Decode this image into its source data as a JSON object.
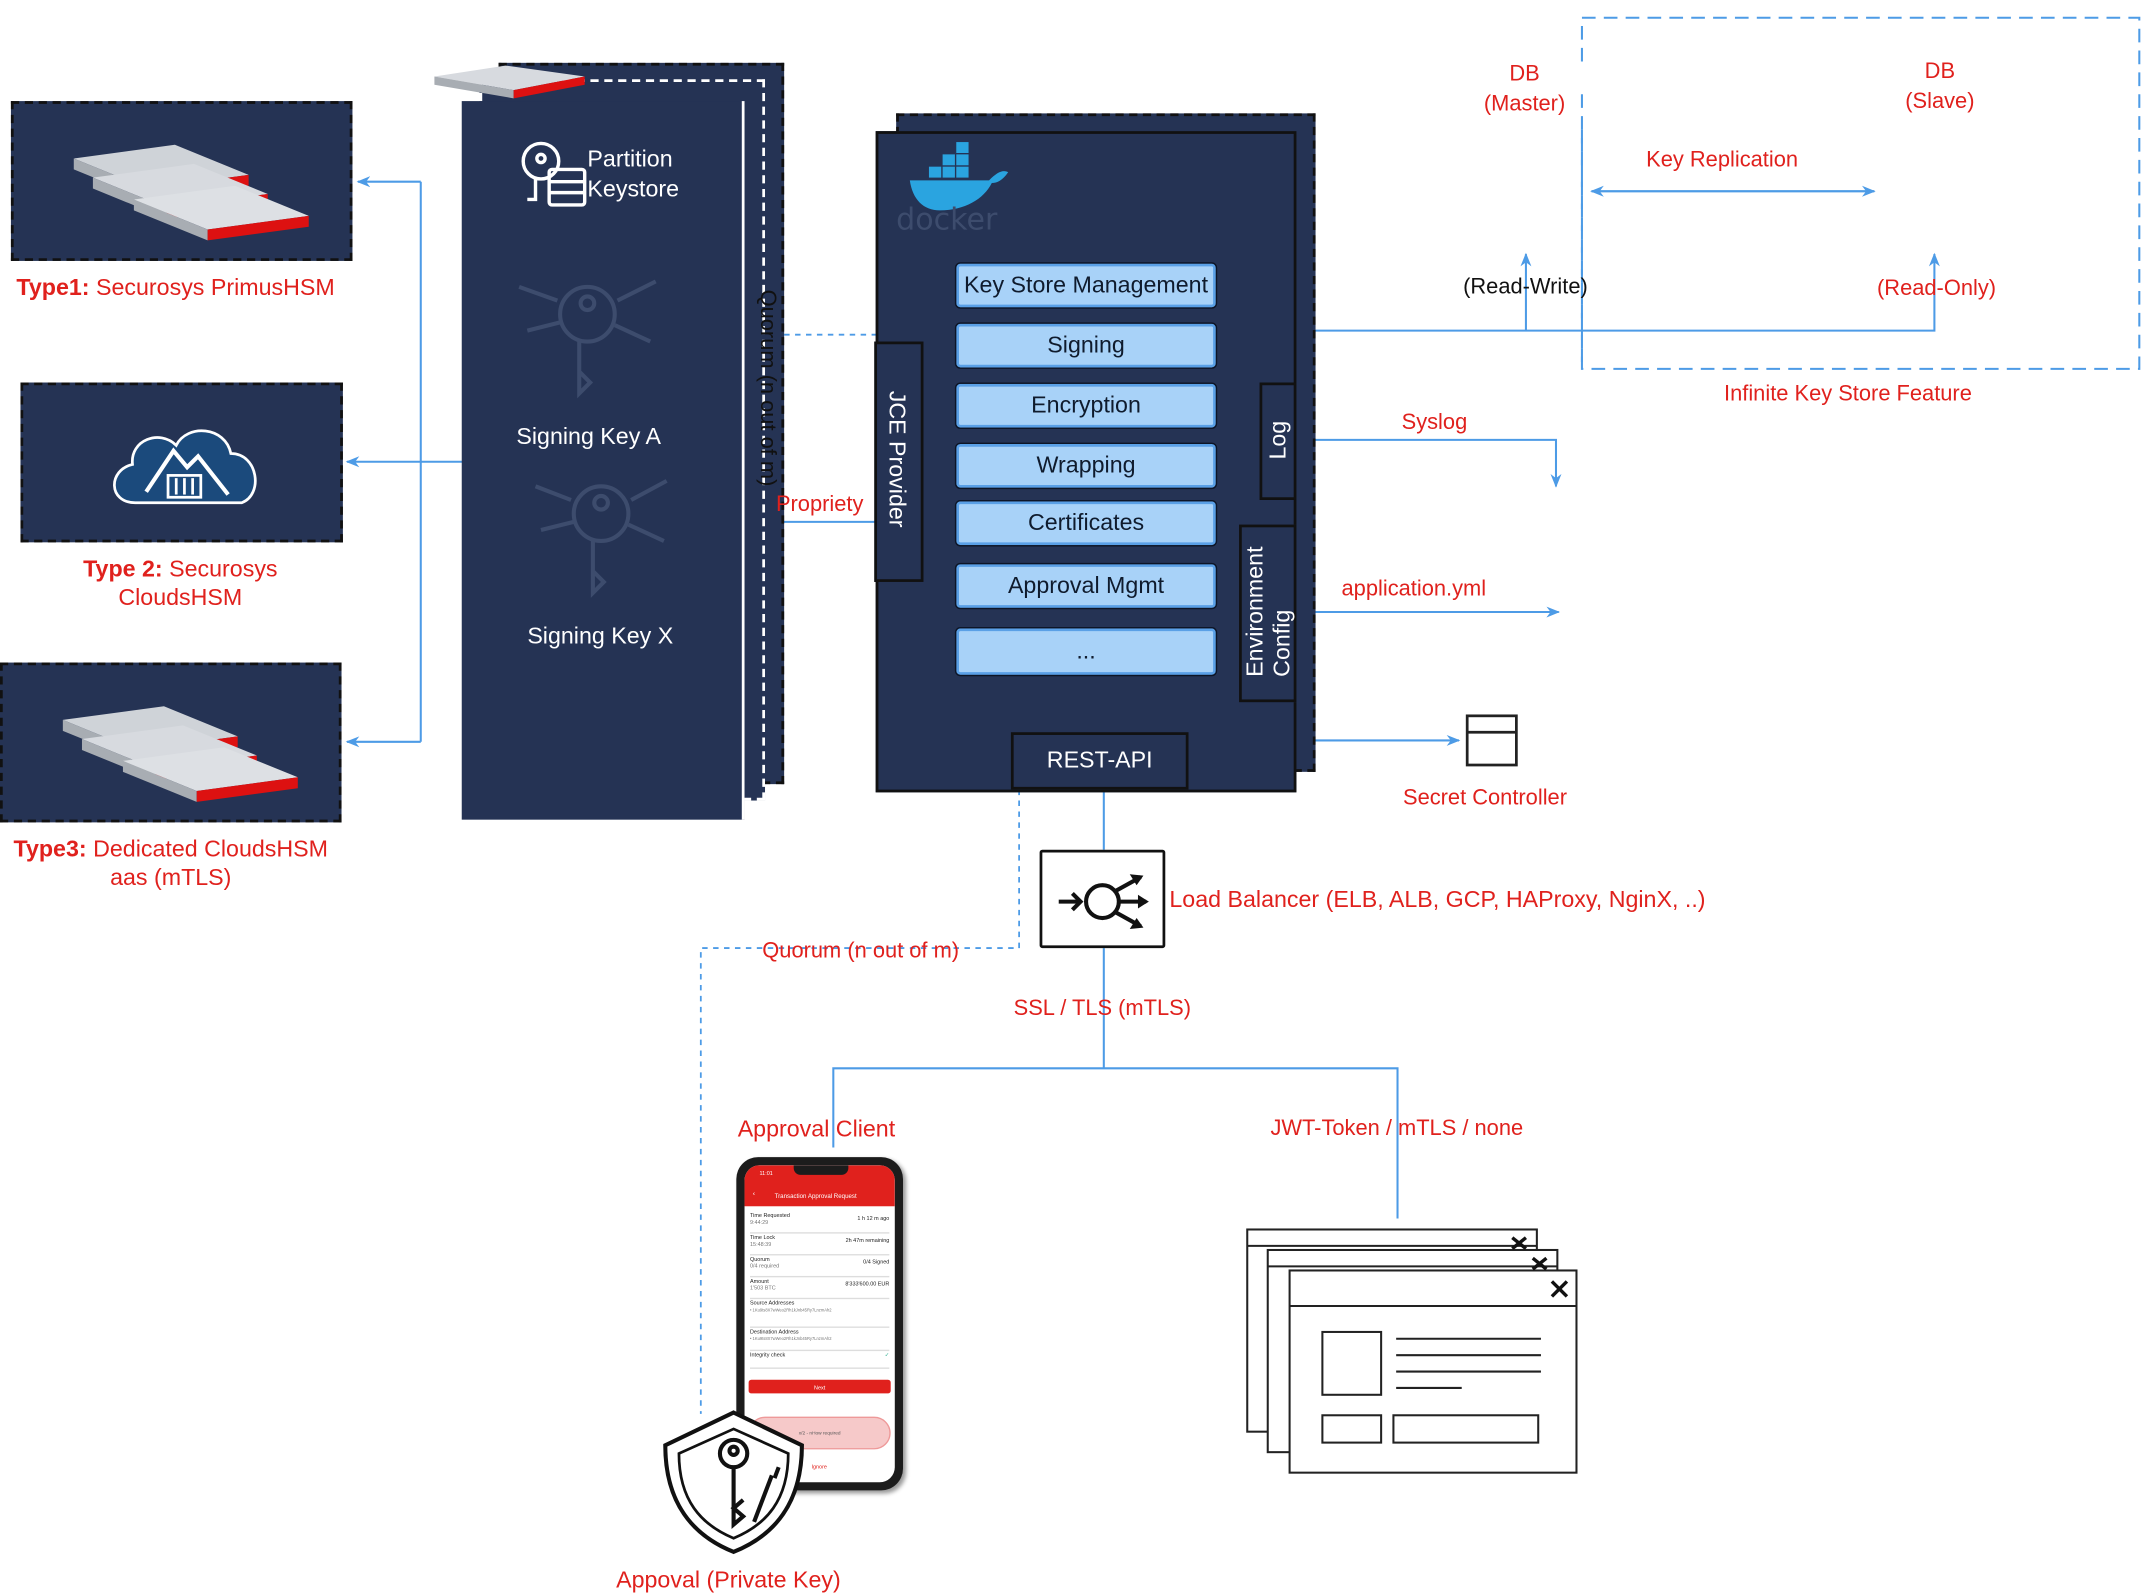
{
  "hsm_types": [
    {
      "prefix": "Type1:",
      "name": " Securosys PrimusHSM"
    },
    {
      "prefix": "Type 2:",
      "name": " Securosys",
      "line2": "CloudsHSM"
    },
    {
      "prefix": "Type3:",
      "name": " Dedicated CloudsHSM",
      "line2": "aas (mTLS)"
    }
  ],
  "partition": {
    "title_line1": "Partition",
    "title_line2": "Keystore",
    "key_a": "Signing Key A",
    "key_x": "Signing Key X",
    "quorum_vertical": "Quorum (n out of m)"
  },
  "docker": {
    "brand": "docker",
    "modules": [
      "Key Store Management",
      "Signing",
      "Encryption",
      "Wrapping",
      "Certificates",
      "Approval Mgmt",
      "..."
    ],
    "jce_provider": "JCE Provider",
    "log": "Log",
    "env_config_line1": "Environment",
    "env_config_line2": "Config",
    "rest_api": "REST-API"
  },
  "labels": {
    "propriety": "Propriety",
    "db_master_1": "DB",
    "db_master_2": "(Master)",
    "db_slave_1": "DB",
    "db_slave_2": "(Slave)",
    "key_replication": "Key Replication",
    "read_write": "(Read-Write)",
    "read_only": "(Read-Only)",
    "infinite_key_store": "Infinite Key Store Feature",
    "syslog": "Syslog",
    "application_yml": "application.yml",
    "secret_controller": "Secret Controller",
    "load_balancer": "Load Balancer (ELB, ALB, GCP, HAProxy, NginX, ..)",
    "quorum_bottom": "Quorum (n out of m)",
    "ssl_tls": "SSL / TLS (mTLS)",
    "approval_client": "Approval Client",
    "jwt_token": "JWT-Token / mTLS / none",
    "approval_private_key": "Appoval (Private Key)"
  },
  "phone": {
    "time": "11:01",
    "header": "Transaction Approval Request",
    "rows": [
      {
        "label": "Time Requested",
        "sub": "9:44:29",
        "value": "1 h 12 m ago"
      },
      {
        "label": "Time Lock",
        "sub": "15:48:39",
        "value": "2h 47m remaining"
      },
      {
        "label": "Quorum",
        "sub": "0/4 required",
        "value": "0/4 Signed"
      },
      {
        "label": "Amount",
        "sub": "1'503 BTC",
        "value": "8'333'600.00 EUR"
      },
      {
        "label": "Source Addresses",
        "sub": "• 1Ku9ts8X7wWeo2Rh1kJnb45Ry7LnzmAh2",
        "value": ""
      },
      {
        "label": "Destination Address",
        "sub": "• 1Ku9ts8X7wWeo2Rh1kJnb45Ry7LnzmAh2",
        "value": ""
      },
      {
        "label": "Integrity check",
        "sub": "",
        "value": "✓"
      }
    ],
    "button": "Next",
    "pill": "x/2 - nHow required",
    "ignore": "Ignore"
  },
  "colors": {
    "navy": "#253354",
    "module_fill": "#a8d2f8",
    "arrow_blue": "#4d9be6",
    "label_red": "#e0211d"
  },
  "icons": [
    "server-rack-icon",
    "cloud-hsm-icon",
    "key-lock-icon",
    "docker-whale-icon",
    "signing-key-icon",
    "load-balancer-icon",
    "secret-controller-icon",
    "shield-key-icon",
    "phone-icon",
    "browser-windows-icon"
  ]
}
